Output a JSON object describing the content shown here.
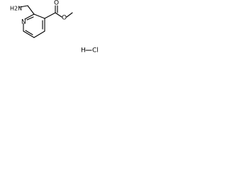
{
  "molecule": {
    "atom_labels": {
      "amine": "H2N",
      "ring_nitrogen": "N",
      "carbonyl_oxygen": "O",
      "ester_oxygen": "O",
      "hcl_h": "H",
      "hcl_cl": "Cl"
    }
  },
  "colors": {
    "bond": "#000000",
    "text": "#000000",
    "background": "#ffffff"
  }
}
